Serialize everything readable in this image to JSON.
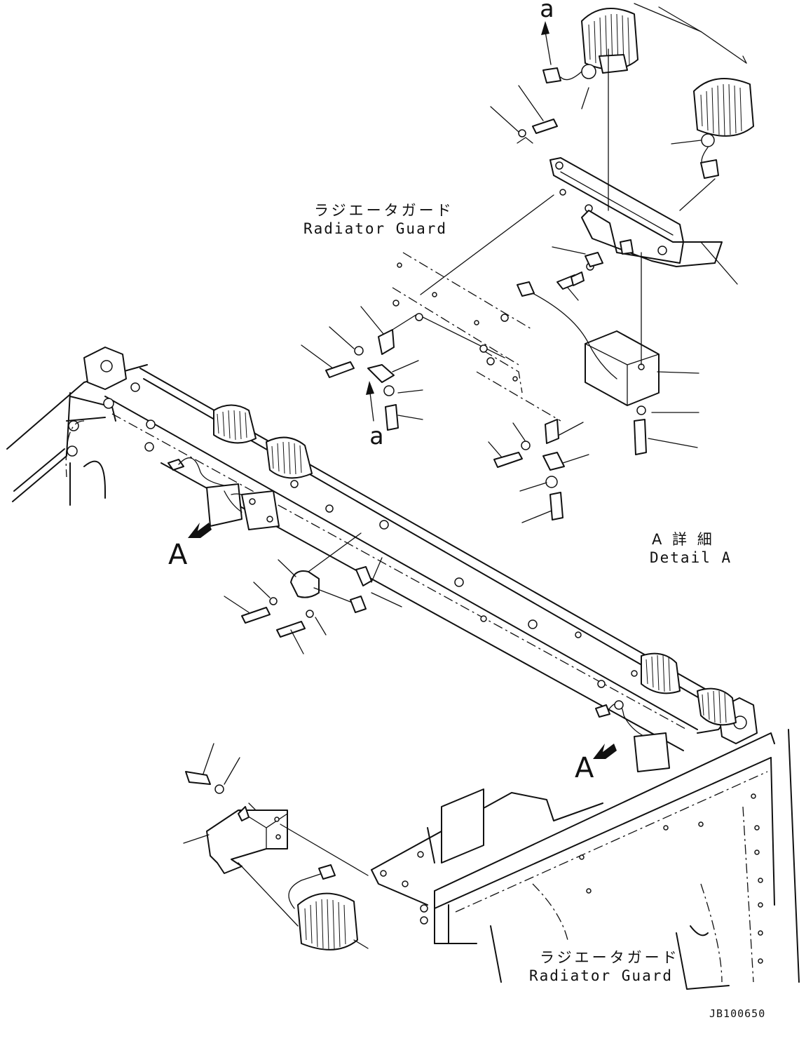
{
  "labels": {
    "radiator_guard_top_jp": "ラジエータガード",
    "radiator_guard_top_en": "Radiator Guard",
    "radiator_guard_bottom_jp": "ラジエータガード",
    "radiator_guard_bottom_en": "Radiator Guard",
    "detail_jp": "A 詳 細",
    "detail_en": "Detail A",
    "view_ref_left": "A",
    "view_ref_right": "A",
    "conn_ref_top": "a",
    "conn_ref_mid": "a",
    "drawing_code": "JB100650"
  }
}
